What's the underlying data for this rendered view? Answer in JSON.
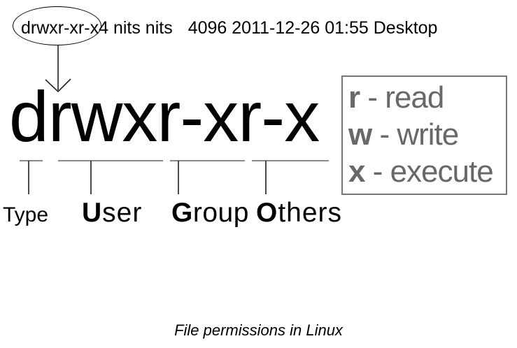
{
  "listing_line": {
    "permissions": "drwxr-xr-x",
    "links_owner_group": "4 nits nits",
    "size_date_name": "4096 2011-12-26 01:55 Desktop"
  },
  "diagram": {
    "big_permissions": "drwxr-xr-x",
    "segment_labels": {
      "type": "Type",
      "user_first": "U",
      "user_rest": "ser",
      "group_first": "G",
      "group_rest": "roup",
      "others_first": "O",
      "others_rest": "thers"
    }
  },
  "legend": {
    "items": [
      {
        "symbol": "r",
        "meaning": " - read"
      },
      {
        "symbol": "w",
        "meaning": " - write"
      },
      {
        "symbol": "x",
        "meaning": " - execute"
      }
    ]
  },
  "caption": "File permissions in Linux",
  "colors": {
    "ink": "#000000",
    "legend_text": "#686868",
    "legend_border": "#767676",
    "bracket_line": "#8a8a8a",
    "bracket_stem": "#2b2b2b"
  }
}
